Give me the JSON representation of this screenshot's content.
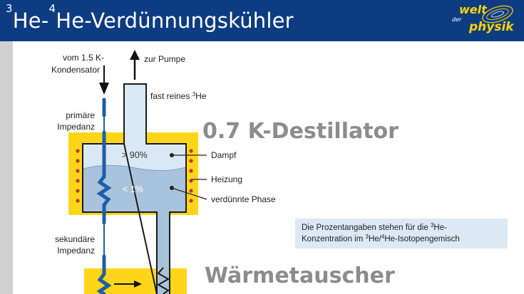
{
  "title": {
    "sup1": "3",
    "part1": "He-",
    "sup2": "4",
    "part2": "He-Verdünnungskühler"
  },
  "logo": {
    "line1": "welt",
    "line2": "der",
    "line3": "physik"
  },
  "labels": {
    "kondensator_1": "vom 1.5 K-",
    "kondensator_2": "Kondensator",
    "pumpe": "zur Pumpe",
    "fast_reines": "fast reines ",
    "fast_reines_sup": "3",
    "fast_reines_he": "He",
    "primaere_1": "primäre",
    "primaere_2": "Impedanz",
    "destillator": "0.7 K-Destillator",
    "dampf": "Dampf",
    "heizung": "Heizung",
    "verduennte": "verdünnte Phase",
    "pct_high": "> 90%",
    "pct_low": "< 1%",
    "sekundaere_1": "sekundäre",
    "sekundaere_2": "Impedanz",
    "waermetauscher": "Wärmetauscher"
  },
  "note": {
    "t1": "Die Prozentangaben stehen für die ",
    "s1": "3",
    "t2": "He-",
    "t3": "Konzentration im ",
    "s2": "3",
    "t4": "He/",
    "s3": "4",
    "t5": "He-Isotopengemisch"
  },
  "colors": {
    "header": "#0d3c82",
    "yellow": "#ffd51a",
    "pipe_light": "#d9e8f4",
    "liquid": "#a9c3dc",
    "pipe_dark": "#1f5ea8",
    "heater_dot": "#c0392b"
  }
}
